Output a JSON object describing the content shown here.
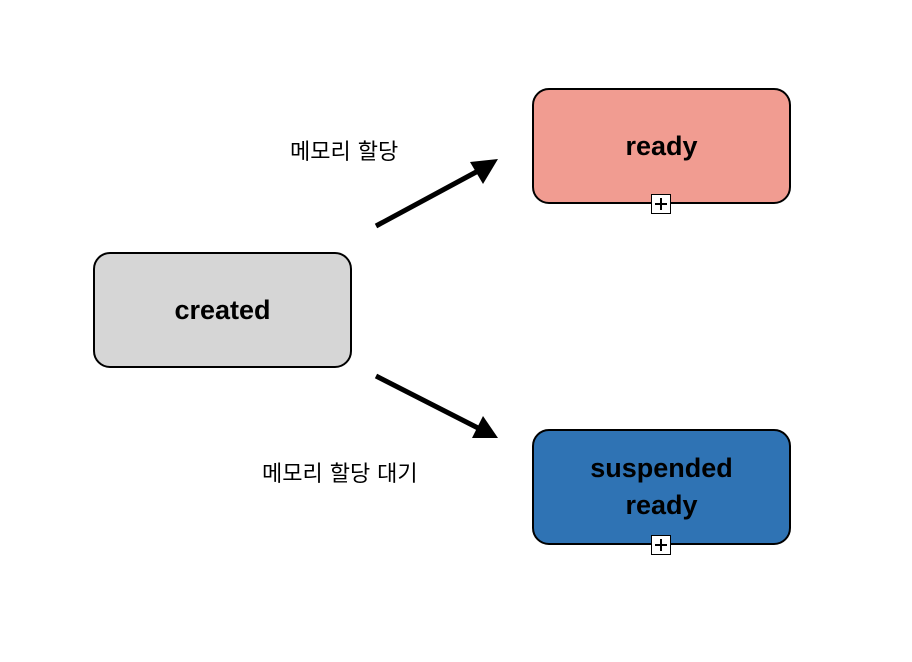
{
  "states": {
    "ready": {
      "label": "ready",
      "fill": "#F19C91"
    },
    "created": {
      "label": "created",
      "fill": "#D6D6D6"
    },
    "suspended_ready": {
      "lines": [
        "suspended",
        "ready"
      ],
      "fill": "#2F73B4"
    }
  },
  "transitions": {
    "to_ready": {
      "label": "메모리 할당"
    },
    "to_suspended_ready": {
      "label": "메모리 할당 대기"
    }
  },
  "colors": {
    "stroke": "#000000",
    "background": "#FFFFFF"
  },
  "icons": {
    "expand_marker": "plus-square-icon"
  }
}
